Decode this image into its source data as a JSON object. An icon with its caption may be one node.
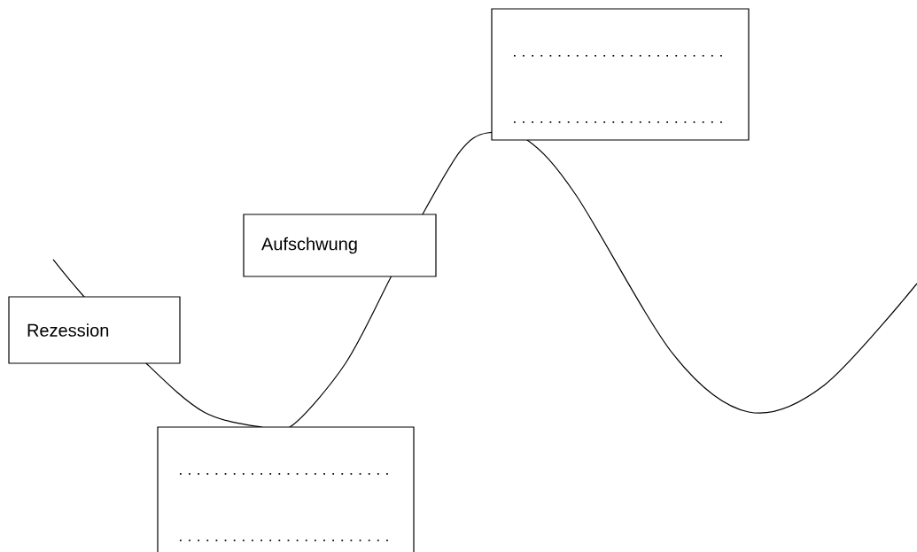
{
  "diagram": {
    "nodes": [
      {
        "text": [],
        "shape": "box"
      },
      {
        "text": [
          "Aufschwung"
        ]
      },
      {
        "text": [
          "Rezession"
        ]
      },
      {
        "text": [],
        "shape": "box"
      }
    ]
  }
}
